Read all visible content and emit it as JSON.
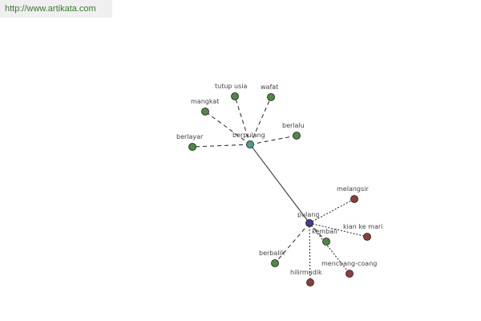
{
  "watermark": "http://www.artikata.com",
  "colors": {
    "hub_primary": "#3d3e8e",
    "hub_secondary": "#4f9a92",
    "group_green": "#4f8a43",
    "group_red": "#8e3e3a",
    "edge": "#222222"
  },
  "nodes": [
    {
      "id": "pulang",
      "label": "pulang",
      "kind": "hub_primary"
    },
    {
      "id": "berpulang",
      "label": "berpulang",
      "kind": "hub_secondary"
    },
    {
      "id": "tutup-usia",
      "label": "tutup usia",
      "kind": "green"
    },
    {
      "id": "wafat",
      "label": "wafat",
      "kind": "green"
    },
    {
      "id": "mangkat",
      "label": "mangkat",
      "kind": "green"
    },
    {
      "id": "berlalu",
      "label": "berlalu",
      "kind": "green"
    },
    {
      "id": "berlayar",
      "label": "berlayar",
      "kind": "green"
    },
    {
      "id": "kembali",
      "label": "kembali",
      "kind": "green"
    },
    {
      "id": "berbalik",
      "label": "berbalik",
      "kind": "green"
    },
    {
      "id": "melangsir",
      "label": "melangsir",
      "kind": "red"
    },
    {
      "id": "kian-ke-mari",
      "label": "kian ke mari",
      "kind": "red"
    },
    {
      "id": "mencoang-coang",
      "label": "mencoang-coang",
      "kind": "red"
    },
    {
      "id": "hilirmudik",
      "label": "hilirmudik",
      "kind": "red"
    }
  ],
  "edges": [
    {
      "from": "pulang",
      "to": "berpulang",
      "style": "solid"
    },
    {
      "from": "berpulang",
      "to": "tutup-usia",
      "style": "dashed"
    },
    {
      "from": "berpulang",
      "to": "wafat",
      "style": "dashed"
    },
    {
      "from": "berpulang",
      "to": "mangkat",
      "style": "dashed"
    },
    {
      "from": "berpulang",
      "to": "berlalu",
      "style": "dashed"
    },
    {
      "from": "berpulang",
      "to": "berlayar",
      "style": "dashed"
    },
    {
      "from": "pulang",
      "to": "melangsir",
      "style": "dotted"
    },
    {
      "from": "pulang",
      "to": "kian-ke-mari",
      "style": "dotted"
    },
    {
      "from": "pulang",
      "to": "kembali",
      "style": "dashed"
    },
    {
      "from": "pulang",
      "to": "mencoang-coang",
      "style": "dotted"
    },
    {
      "from": "pulang",
      "to": "hilirmudik",
      "style": "dotted"
    },
    {
      "from": "pulang",
      "to": "berbalik",
      "style": "dashed"
    }
  ]
}
